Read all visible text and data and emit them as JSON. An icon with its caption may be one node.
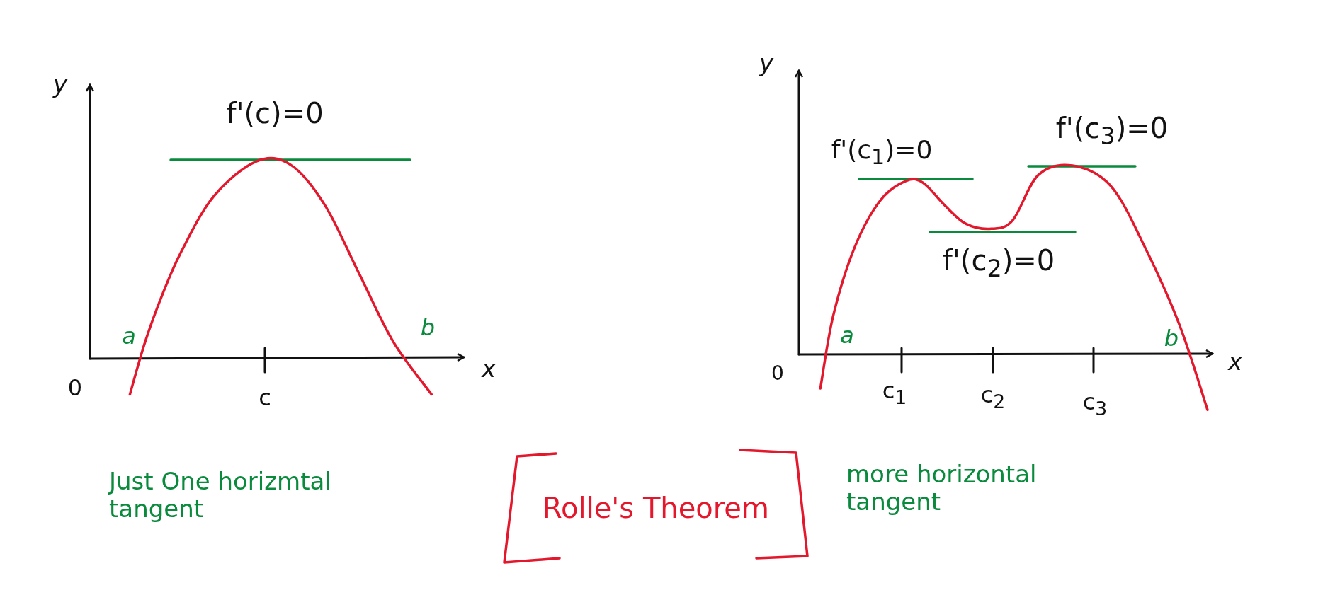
{
  "diagram": {
    "title": "Rolle's Theorem",
    "labels": [
      "y",
      "y",
      "f'(c)=0",
      "f'(c$_{3}$)=0",
      "f'(c$_{1}$)=0",
      "f'(c$_{2}$)=0",
      "a",
      "b",
      "x",
      "a",
      "b",
      "x",
      "0",
      "c",
      "0",
      "c$_{1}$",
      "c$_{2}$",
      "c$_{3}$",
      "Just One horizmtal tangent",
      "more horizontal tangent"
    ]
  }
}
